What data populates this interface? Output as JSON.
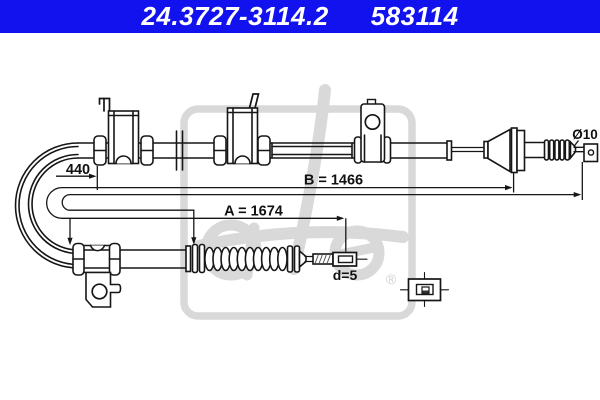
{
  "header": {
    "part_number": "24.3727-3114.2",
    "catalog_number": "583114",
    "bg_color": "#1212EE",
    "text_color": "#FFFFFF"
  },
  "drawing": {
    "labels": {
      "length_440": "440",
      "length_b": "B = 1466",
      "length_a": "A = 1674",
      "cable_diameter": "d=5",
      "end_diameter": "Ø10"
    },
    "line_color": "#161616",
    "background_color": "#FFFFFF"
  },
  "watermark": {
    "logo_text": "ate",
    "registered": "®",
    "color": "#D9D9D9",
    "frame_color": "#D3D3D3"
  }
}
